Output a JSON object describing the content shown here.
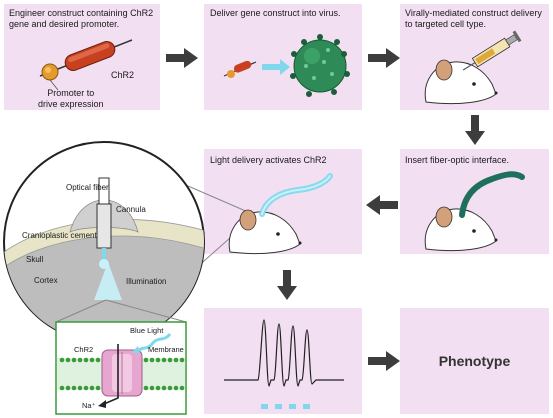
{
  "steps": {
    "engineer": {
      "caption": "Engineer construct containing ChR2\ngene and desired promoter.",
      "label_chr2": "ChR2",
      "label_promoter": "Promoter to\ndrive expression"
    },
    "deliver": {
      "caption": "Deliver gene construct into virus."
    },
    "viral": {
      "caption": "Virally-mediated construct delivery\nto targeted cell type."
    },
    "insert": {
      "caption": "Insert fiber-optic interface."
    },
    "light": {
      "caption": "Light delivery activates ChR2"
    },
    "phenotype": {
      "label": "Phenotype"
    }
  },
  "inset": {
    "optical_fiber": "Optical fiber",
    "cannula": "Cannula",
    "cement": "Cranioplastic cement",
    "skull": "Skull",
    "cortex": "Cortex",
    "illumination": "Illumination"
  },
  "membrane_inset": {
    "blue_light": "Blue Light",
    "chr2": "ChR2",
    "membrane": "Membrane",
    "na": "Na⁺"
  },
  "colors": {
    "panel": "#f2dff2",
    "arrow": "#3d3d3d",
    "virus": "#2e8b57",
    "fiber_cable": "#1f6f5c",
    "light": "#7fd8ec",
    "membrane_inset_border": "#3a9a3a",
    "channel": "#e7a6cf"
  }
}
